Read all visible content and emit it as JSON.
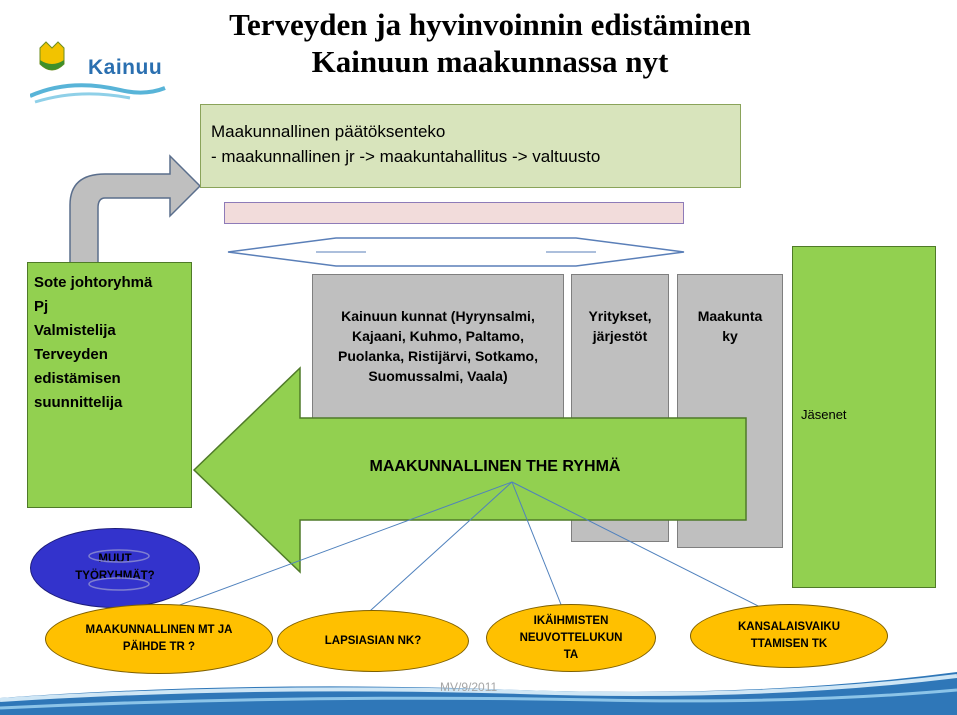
{
  "title_line1": "Terveyden ja hyvinvoinnin edistäminen",
  "title_line2": "Kainuun maakunnassa nyt",
  "logo_text": "Kainuu",
  "decision": {
    "line1": "Maakunnallinen päätöksenteko",
    "line2": "- maakunnallinen jr -> maakuntahallitus  -> valtuusto"
  },
  "left_box": {
    "line1": "Sote johtoryhmä",
    "line2": "Pj",
    "line3": "Valmistelija",
    "line4": "Terveyden",
    "line5": "edistämisen",
    "line6": "suunnittelija"
  },
  "gray_boxes": {
    "kunnat": "Kainuun kunnat (Hyrynsalmi, Kajaani, Kuhmo, Paltamo, Puolanka, Ristijärvi, Sotkamo, Suomussalmi, Vaala)",
    "yritykset": "Yritykset, järjestöt",
    "maakunta": "Maakunta ky"
  },
  "jasenet": "Jäsenet",
  "big_arrow_label": "MAAKUNNALLINEN THE RYHMÄ",
  "muut": "MUUT TYÖRYHMÄT?",
  "ellipses": {
    "mt": "MAAKUNNALLINEN MT JA PÄIHDE TR ?",
    "lapsi": "LAPSIASIAN NK?",
    "ikai": "IKÄIHMISTEN NEUVOTTELUKUN TA",
    "kansa": "KANSALAISVAIKU TTAMISEN TK"
  },
  "footer": "MV/9/2011",
  "colors": {
    "green": "#92d050",
    "light_green": "#d8e4bc",
    "gray": "#bfbfbf",
    "orange": "#ffc000",
    "blue": "#3333cc",
    "pink": "#f2dcdb"
  }
}
